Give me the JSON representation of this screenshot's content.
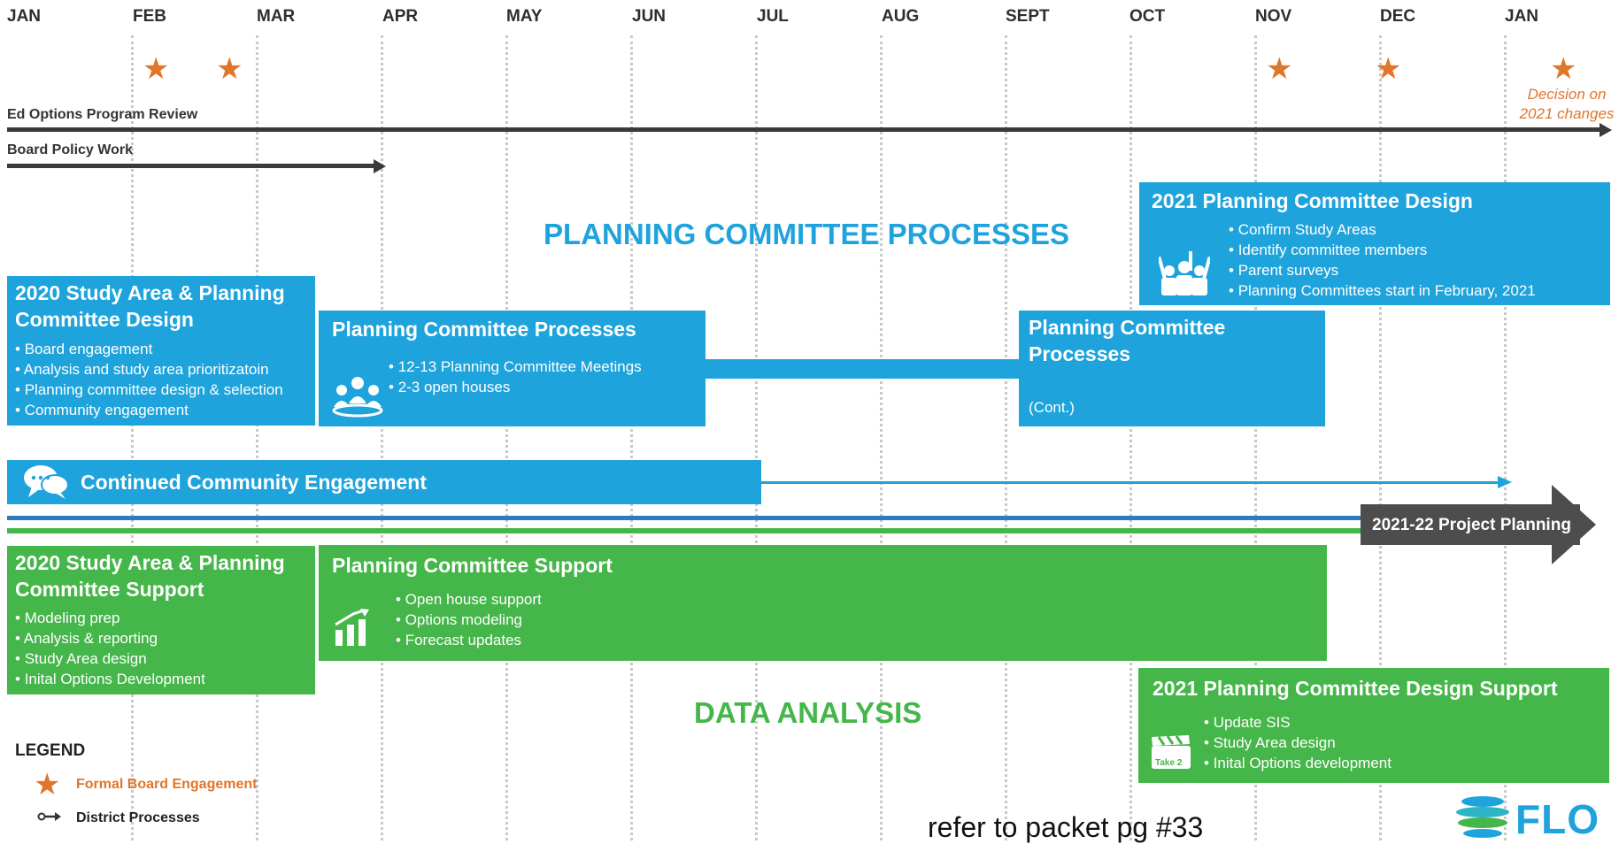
{
  "months": [
    "JAN",
    "FEB",
    "MAR",
    "APR",
    "MAY",
    "JUN",
    "JUL",
    "AUG",
    "SEPT",
    "OCT",
    "NOV",
    "DEC",
    "JAN"
  ],
  "colors": {
    "blue": "#1ea3dc",
    "green": "#45b649",
    "orange": "#e0762a",
    "dark": "#3a3a3a",
    "gray_bar": "#4d4d4d"
  },
  "tracks": {
    "ed_options": "Ed Options Program Review",
    "board_policy": "Board Policy Work"
  },
  "decision": {
    "line1": "Decision on",
    "line2": "2021 changes"
  },
  "sections": {
    "planning": "PLANNING COMMITTEE PROCESSES",
    "data": "DATA ANALYSIS"
  },
  "boxes": {
    "study2020": {
      "title": "2020 Study Area & Planning Committee Design",
      "bullets": [
        "Board engagement",
        "Analysis and study area prioritizatoin",
        "Planning committee design & selection",
        "Community engagement"
      ]
    },
    "pcp": {
      "title": "Planning Committee Processes",
      "icon": "group-meeting-icon",
      "bullets": [
        "12-13 Planning Committee Meetings",
        "2-3 open houses"
      ]
    },
    "pcp_cont": {
      "title": "Planning Committee Processes",
      "note": "(Cont.)"
    },
    "design2021": {
      "title": "2021 Planning Committee Design",
      "icon": "team-hands-up-icon",
      "bullets": [
        "Confirm Study Areas",
        "Identify committee members",
        "Parent surveys",
        "Planning Committees start in February, 2021"
      ]
    },
    "community": {
      "title": "Continued Community Engagement",
      "icon": "chat-bubbles-icon"
    },
    "project_planning": {
      "label": "2021-22 Project Planning"
    },
    "support2020": {
      "title": "2020 Study Area & Planning Committee Support",
      "bullets": [
        "Modeling prep",
        "Analysis & reporting",
        "Study Area design",
        "Inital Options Development"
      ]
    },
    "pcs": {
      "title": "Planning Committee Support",
      "icon": "bar-chart-growth-icon",
      "bullets": [
        "Open house support",
        "Options modeling",
        "Forecast updates"
      ]
    },
    "support2021": {
      "title": "2021 Planning Committee Design Support",
      "icon": "clapperboard-icon",
      "icon_text": "Take 2",
      "bullets": [
        "Update SIS",
        "Study Area design",
        "Inital Options development"
      ]
    }
  },
  "legend": {
    "title": "LEGEND",
    "board": "Formal Board Engagement",
    "district": "District Processes"
  },
  "footer": {
    "note": "refer to packet pg #33"
  },
  "logo": {
    "text": "FLO"
  }
}
